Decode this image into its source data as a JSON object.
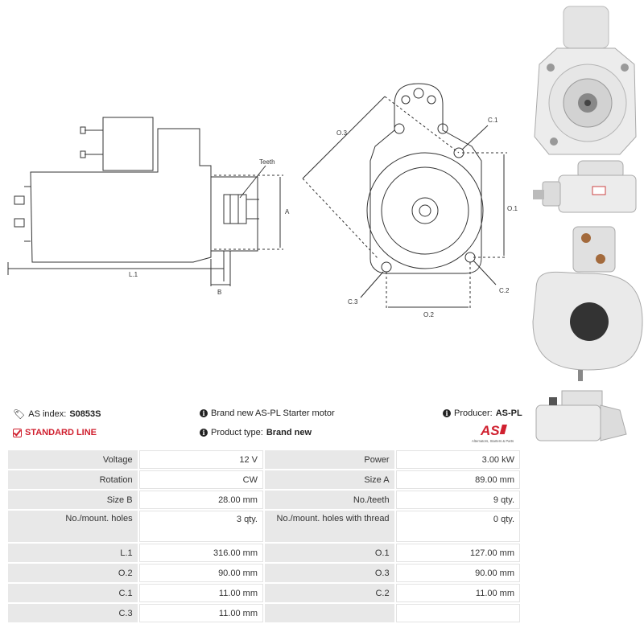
{
  "drawing_labels": {
    "teeth": "Teeth",
    "a": "A",
    "l1": "L.1",
    "b": "B",
    "o3": "O.3",
    "c1": "C.1",
    "o1": "O.1",
    "c3": "C.3",
    "c2": "C.2",
    "o2": "O.2"
  },
  "info": {
    "as_index_label": "AS index:",
    "as_index_value": "S0853S",
    "standard_line": "STANDARD LINE",
    "brand_new_text": "Brand new AS-PL Starter motor",
    "product_type_label": "Product type:",
    "product_type_value": "Brand new",
    "producer_label": "Producer:",
    "producer_value": "AS-PL"
  },
  "logo": {
    "letters": "AS",
    "tagline": "Alternators, Starters & Parts",
    "accent_color": "#d0202f"
  },
  "specs": [
    {
      "k1": "Voltage",
      "v1": "12 V",
      "k2": "Power",
      "v2": "3.00 kW"
    },
    {
      "k1": "Rotation",
      "v1": "CW",
      "k2": "Size A",
      "v2": "89.00 mm"
    },
    {
      "k1": "Size B",
      "v1": "28.00 mm",
      "k2": "No./teeth",
      "v2": "9 qty."
    },
    {
      "k1": "No./mount. holes",
      "v1": "3 qty.",
      "k2": "No./mount. holes with thread",
      "v2": "0 qty."
    },
    {
      "k1": "L.1",
      "v1": "316.00 mm",
      "k2": "O.1",
      "v2": "127.00 mm"
    },
    {
      "k1": "O.2",
      "v1": "90.00 mm",
      "k2": "O.3",
      "v2": "90.00 mm"
    },
    {
      "k1": "C.1",
      "v1": "11.00 mm",
      "k2": "C.2",
      "v2": "11.00 mm"
    },
    {
      "k1": "C.3",
      "v1": "11.00 mm",
      "k2": "",
      "v2": ""
    }
  ]
}
